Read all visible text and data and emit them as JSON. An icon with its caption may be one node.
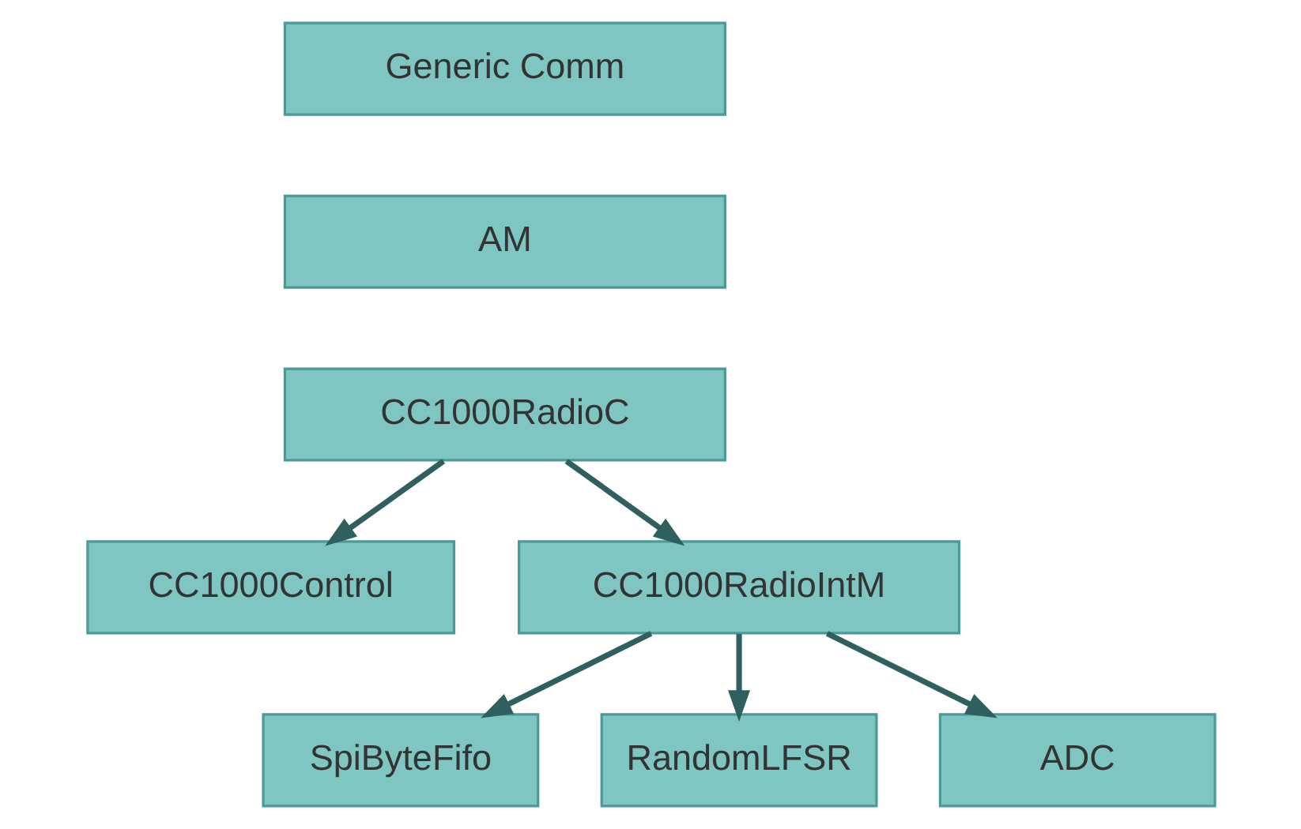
{
  "diagram": {
    "nodes": [
      {
        "text": [
          "Generic Comm"
        ]
      },
      {
        "text": [
          "AM"
        ]
      },
      {
        "text": [
          "CC1000RadioC"
        ]
      },
      {
        "text": [
          "CC1000Control"
        ]
      },
      {
        "text": [
          "CC1000RadioIntM"
        ]
      },
      {
        "text": [
          "SpiByteFifo"
        ]
      },
      {
        "text": [
          "RandomLFSR"
        ]
      },
      {
        "text": [
          "ADC"
        ]
      }
    ],
    "edges": [
      {
        "from": 2,
        "to": 3,
        "arrow": "to"
      },
      {
        "from": 2,
        "to": 4,
        "arrow": "to"
      },
      {
        "from": 4,
        "to": 5,
        "arrow": "to"
      },
      {
        "from": 4,
        "to": 6,
        "arrow": "to"
      },
      {
        "from": 4,
        "to": 7,
        "arrow": "to"
      }
    ]
  }
}
